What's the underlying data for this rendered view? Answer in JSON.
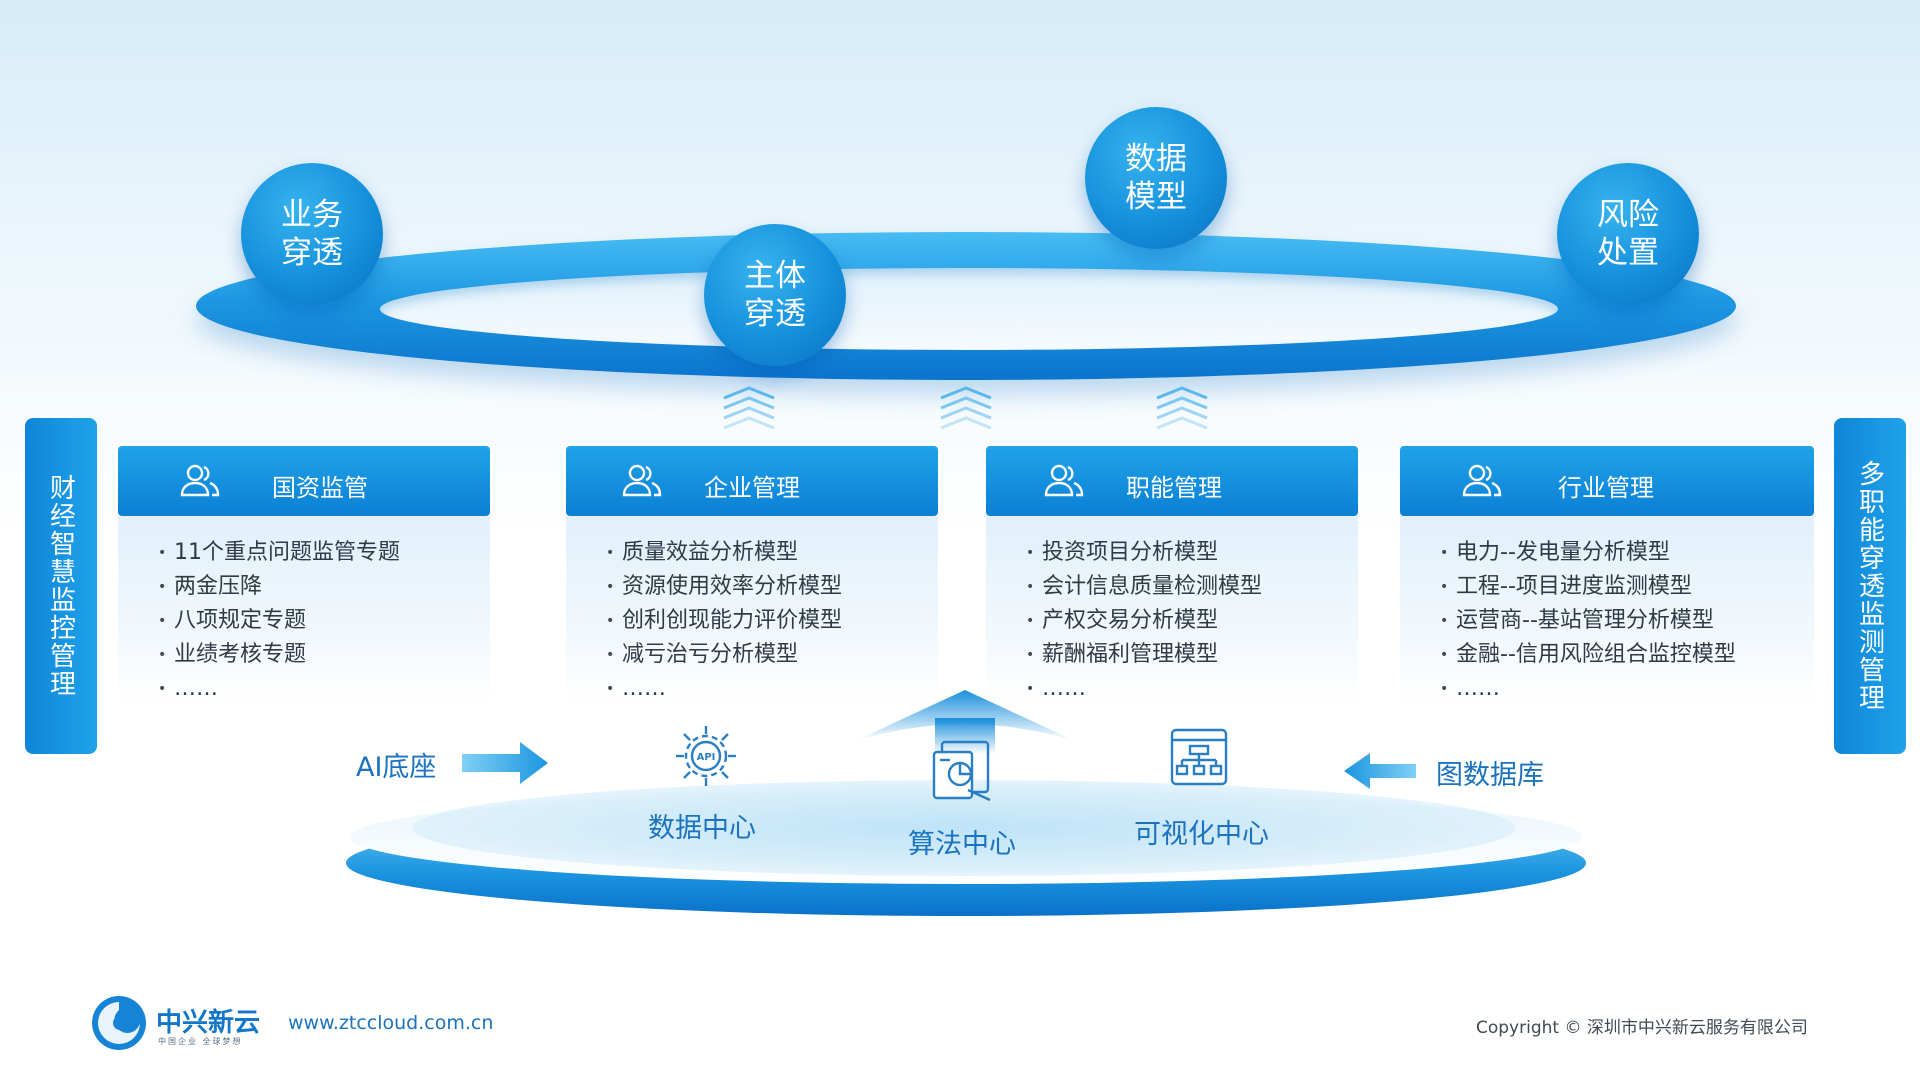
{
  "bubbles": [
    {
      "line1": "业务",
      "line2": "穿透"
    },
    {
      "line1": "主体",
      "line2": "穿透"
    },
    {
      "line1": "数据",
      "line2": "模型"
    },
    {
      "line1": "风险",
      "line2": "处置"
    }
  ],
  "sidebars": {
    "left": "财经智慧监控管理",
    "right": "多职能穿透监测管理"
  },
  "cards": [
    {
      "title": "国资监管",
      "items": [
        "11个重点问题监管专题",
        "两金压降",
        "八项规定专题",
        "业绩考核专题",
        "……"
      ]
    },
    {
      "title": "企业管理",
      "items": [
        "质量效益分析模型",
        "资源使用效率分析模型",
        "创利创现能力评价模型",
        "减亏治亏分析模型",
        "……"
      ]
    },
    {
      "title": "职能管理",
      "items": [
        "投资项目分析模型",
        "会计信息质量检测模型",
        "产权交易分析模型",
        "薪酬福利管理模型",
        "……"
      ]
    },
    {
      "title": "行业管理",
      "items": [
        "电力--发电量分析模型",
        "工程--项目进度监测模型",
        "运营商--基站管理分析模型",
        "金融--信用风险组合监控模型",
        "……"
      ]
    }
  ],
  "base": {
    "left_input": "AI底座",
    "right_input": "图数据库",
    "centers": [
      "数据中心",
      "算法中心",
      "可视化中心"
    ]
  },
  "footer": {
    "logo_name": "中兴新云",
    "logo_tagline": "中国企业 全球梦想",
    "url": "www.ztccloud.com.cn",
    "copyright": "Copyright © 深圳市中兴新云服务有限公司"
  },
  "colors": {
    "primary": "#1590dc",
    "dark": "#0a6fc2",
    "text_accent": "#1b73bf"
  }
}
